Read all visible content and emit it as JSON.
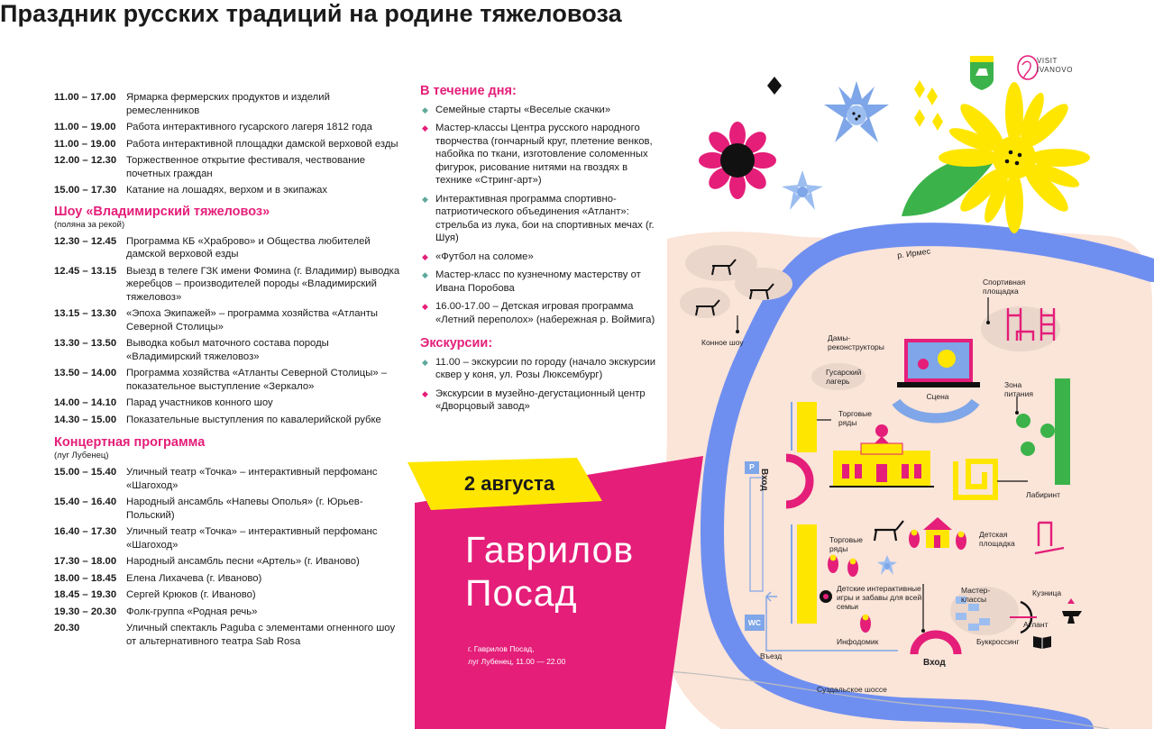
{
  "title": "Праздник русских традиций на родине тяжеловоза",
  "logo": {
    "visit_line1": "VISIT",
    "visit_line2": "IVANOVO"
  },
  "schedule_main": [
    {
      "time": "11.00 – 17.00",
      "desc": "Ярмарка фермерских продуктов и изделий ремесленников"
    },
    {
      "time": "11.00 – 19.00",
      "desc": "Работа интерактивного гусарского лагеря 1812 года"
    },
    {
      "time": "11.00 – 19.00",
      "desc": "Работа интерактивной площадки дамской верховой езды"
    },
    {
      "time": "12.00 – 12.30",
      "desc": "Торжественное открытие фестиваля, чествование почетных граждан"
    },
    {
      "time": "15.00 – 17.30",
      "desc": "Катание на лошадях, верхом и в экипажах"
    }
  ],
  "show": {
    "title": "Шоу «Владимирский тяжеловоз»",
    "subtitle": "(поляна за рекой)",
    "items": [
      {
        "time": "12.30 – 12.45",
        "desc": "Программа КБ «Храброво» и Общества любителей дамской верховой езды"
      },
      {
        "time": "12.45 – 13.15",
        "desc": "Выезд в телеге ГЗК имени Фомина (г. Владимир) выводка жеребцов – производителей породы «Владимирский тяжеловоз»"
      },
      {
        "time": "13.15 – 13.30",
        "desc": "«Эпоха Экипажей» – программа хозяйства «Атланты Северной Столицы»"
      },
      {
        "time": "13.30 – 13.50",
        "desc": "Выводка кобыл маточного состава породы «Владимирский тяжеловоз»"
      },
      {
        "time": "13.50 – 14.00",
        "desc": "Программа хозяйства «Атланты Северной Столицы» – показательное выступление «Зеркало»"
      },
      {
        "time": "14.00 – 14.10",
        "desc": "Парад участников конного шоу"
      },
      {
        "time": "14.30 – 15.00",
        "desc": "Показательные выступления по кавалерийской рубке"
      }
    ]
  },
  "concert": {
    "title": "Концертная программа",
    "subtitle": "(луг Лубенец)",
    "items": [
      {
        "time": "15.00 – 15.40",
        "desc": "Уличный театр «Точка» – интерактивный перфоманс «Шагоход»"
      },
      {
        "time": "15.40 – 16.40",
        "desc": "Народный ансамбль «Напевы Ополья» (г. Юрьев-Польский)"
      },
      {
        "time": "16.40 – 17.30",
        "desc": "Уличный театр «Точка» – интерактивный перфоманс «Шагоход»"
      },
      {
        "time": "17.30 – 18.00",
        "desc": "Народный ансамбль песни «Артель» (г. Иваново)"
      },
      {
        "time": "18.00 – 18.45",
        "desc": "Елена Лихачева (г. Иваново)"
      },
      {
        "time": "18.45 – 19.30",
        "desc": "Сергей Крюков (г. Иваново)"
      },
      {
        "time": "19.30 – 20.30",
        "desc": "Фолк-группа «Родная речь»"
      },
      {
        "time": "20.30",
        "desc": "Уличный спектакль Paguba с элементами огненного шоу от альтернативного театра Sab Rosa"
      }
    ]
  },
  "day": {
    "title": "В течение дня:",
    "items": [
      {
        "bullet": "teal",
        "text": "Семейные старты «Веселые скачки»"
      },
      {
        "bullet": "pink",
        "text": "Мастер-классы Центра русского народного творчества (гончарный круг, плетение венков, набойка по ткани, изготовление соломенных фигурок, рисование нитями на гвоздях в технике «Стринг-арт»)"
      },
      {
        "bullet": "teal",
        "text": "Интерактивная программа спортивно-патриотического объединения «Атлант»: стрельба из лука, бои на спортивных мечах (г. Шуя)"
      },
      {
        "bullet": "pink",
        "text": "«Футбол на соломе»"
      },
      {
        "bullet": "teal",
        "text": "Мастер-класс по кузнечному мастерству от Ивана Поробова"
      },
      {
        "bullet": "pink",
        "text": "16.00-17.00 – Детская игровая программа «Летний переполох» (набережная р. Воймига)"
      }
    ]
  },
  "excursions": {
    "title": "Экскурсии:",
    "items": [
      {
        "bullet": "teal",
        "text": "11.00 – экскурсии по городу (начало экскурсии сквер у коня, ул. Розы Люксембург)"
      },
      {
        "bullet": "pink",
        "text": "Экскурсии в музейно-дегустационный центр «Дворцовый завод»"
      }
    ]
  },
  "banner": {
    "date": "2 августа",
    "city": "Гаврилов Посад",
    "venue_line1": "г. Гаврилов Посад,",
    "venue_line2": "луг Лубенец, 11.00 — 22.00"
  },
  "map_labels": {
    "river": "р. Ирмес",
    "horse_show": "Конное шоу",
    "sports": "Спортивная площадка",
    "reenactors": "Дамы-реконструкторы",
    "hussar": "Гусарский лагерь",
    "stage": "Сцена",
    "food": "Зона питания",
    "trade1": "Торговые ряды",
    "entrance_side": "Вход",
    "parking": "P",
    "maze": "Лабиринт",
    "trade2": "Торговые ряды",
    "playground": "Детская площадка",
    "kids_games": "Детские интерактивные игры и забавы для всей семьи",
    "masterclasses": "Мастер-классы",
    "smithy": "Кузница",
    "wc": "WC",
    "atlant": "Атлант",
    "exit": "Въезд",
    "infodomik": "Инфодомик",
    "bookcrossing": "Буккроссинг",
    "entrance_bottom": "Вход",
    "highway": "Суздальское шоссе"
  },
  "colors": {
    "accent_pink": "#e41e79",
    "teal": "#5fa99c",
    "river": "#6f8ff0",
    "map_bg": "#fbe4d8",
    "yellow": "#ffe600",
    "green": "#3bb34a"
  }
}
